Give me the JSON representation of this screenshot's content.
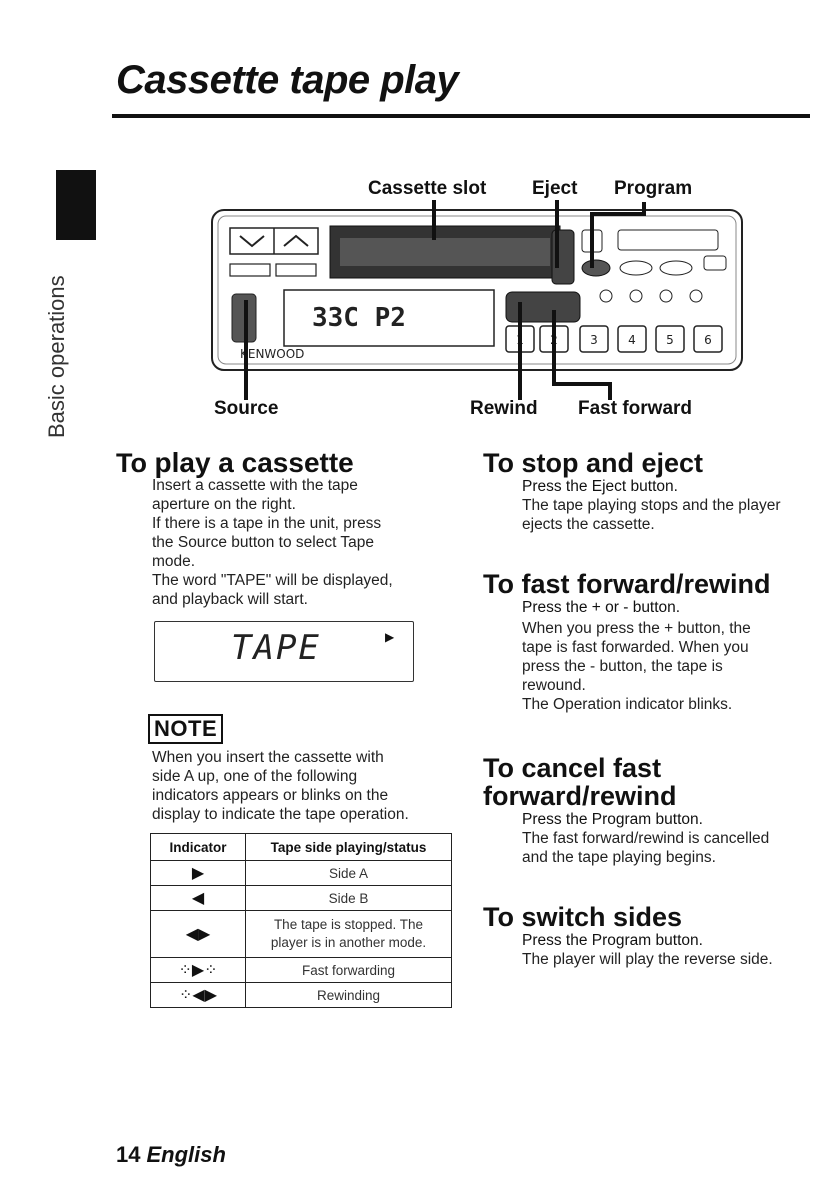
{
  "page": {
    "title": "Cassette tape play",
    "side_label": "Basic operations",
    "footer_number": "14",
    "footer_language": "English"
  },
  "figure": {
    "callouts": {
      "cassette_slot": "Cassette slot",
      "eject": "Eject",
      "program": "Program",
      "source": "Source",
      "rewind": "Rewind",
      "fast_forward": "Fast forward"
    },
    "brand": "KENWOOD",
    "preset_buttons": [
      "1",
      "2",
      "3",
      "4",
      "5",
      "6"
    ]
  },
  "left": {
    "play_heading_prefix": "To",
    "play_heading": "play a cassette",
    "play_lines": [
      "Insert a cassette with the tape",
      "aperture on the right.",
      "If there is a tape in the unit, press",
      "the Source button to select Tape",
      "mode.",
      "The word \"TAPE\" will be displayed,",
      "and playback will start."
    ],
    "display_text": "TAPE",
    "note_label": "NOTE",
    "note_lines": [
      "When you insert the cassette with",
      "side A up, one of the following",
      "indicators appears or blinks on the",
      "display to indicate the tape operation."
    ],
    "table": {
      "headers": [
        "Indicator",
        "Tape side playing/status"
      ],
      "rows": [
        {
          "status": "Side A"
        },
        {
          "status": "Side B"
        },
        {
          "status": "The tape is stopped. The player is in another mode."
        },
        {
          "status": "Fast forwarding"
        },
        {
          "status": "Rewinding"
        }
      ]
    }
  },
  "right": {
    "stop_heading": "To stop and eject",
    "stop_sub": "Press the Eject button.",
    "stop_lines": [
      "The tape playing stops and the player",
      "ejects the cassette."
    ],
    "ff_heading": "To fast forward/rewind",
    "ff_sub": "Press the + or - button.",
    "ff_lines": [
      "When you press the + button, the",
      "tape is fast forwarded. When you",
      "press the - button, the tape is",
      "rewound.",
      "The Operation indicator blinks."
    ],
    "cancel_heading_1": "To cancel fast",
    "cancel_heading_2": "forward/rewind",
    "cancel_sub": "Press the Program button.",
    "cancel_lines": [
      "The fast forward/rewind is cancelled",
      "and the tape playing begins."
    ],
    "switch_heading": "To switch sides",
    "switch_sub": "Press the Program button.",
    "switch_lines": [
      "The player will play the reverse side."
    ]
  }
}
